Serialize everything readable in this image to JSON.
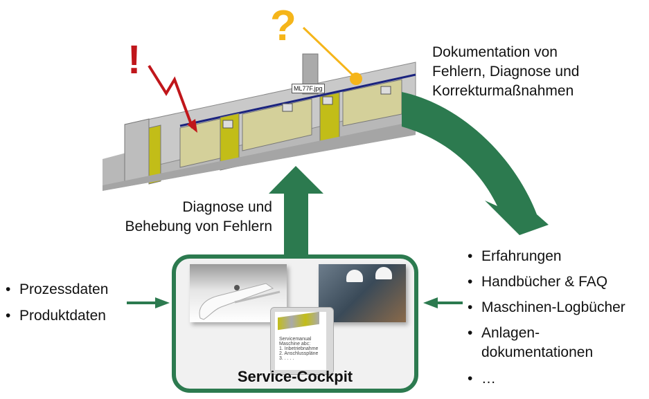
{
  "machine": {
    "file_label": "ML77F.jpg",
    "error_symbol": "!",
    "question_symbol": "?"
  },
  "labels": {
    "documentation": [
      "Dokumentation von",
      "Fehlern, Diagnose und",
      "Korrekturmaßnahmen"
    ],
    "diagnosis": [
      "Diagnose und",
      "Behebung von Fehlern"
    ]
  },
  "left_inputs": [
    "Prozessdaten",
    "Produktdaten"
  ],
  "right_inputs": [
    "Erfahrungen",
    "Handbücher & FAQ",
    "Maschinen-Logbücher",
    "Anlagen-\ndokumentationen",
    "…"
  ],
  "cockpit": {
    "title": "Service-Cockpit",
    "manual_lines": [
      "Servicemanual",
      "Maschine abc:",
      "1.   Inbetriebnahme",
      "2.   Anschlusspläne",
      "3.   . . . ."
    ]
  },
  "colors": {
    "arrow_green": "#2c7a4f",
    "error_red": "#c0161b",
    "question_yellow": "#f5b51a",
    "panel_yellow": "#c2bd18"
  }
}
